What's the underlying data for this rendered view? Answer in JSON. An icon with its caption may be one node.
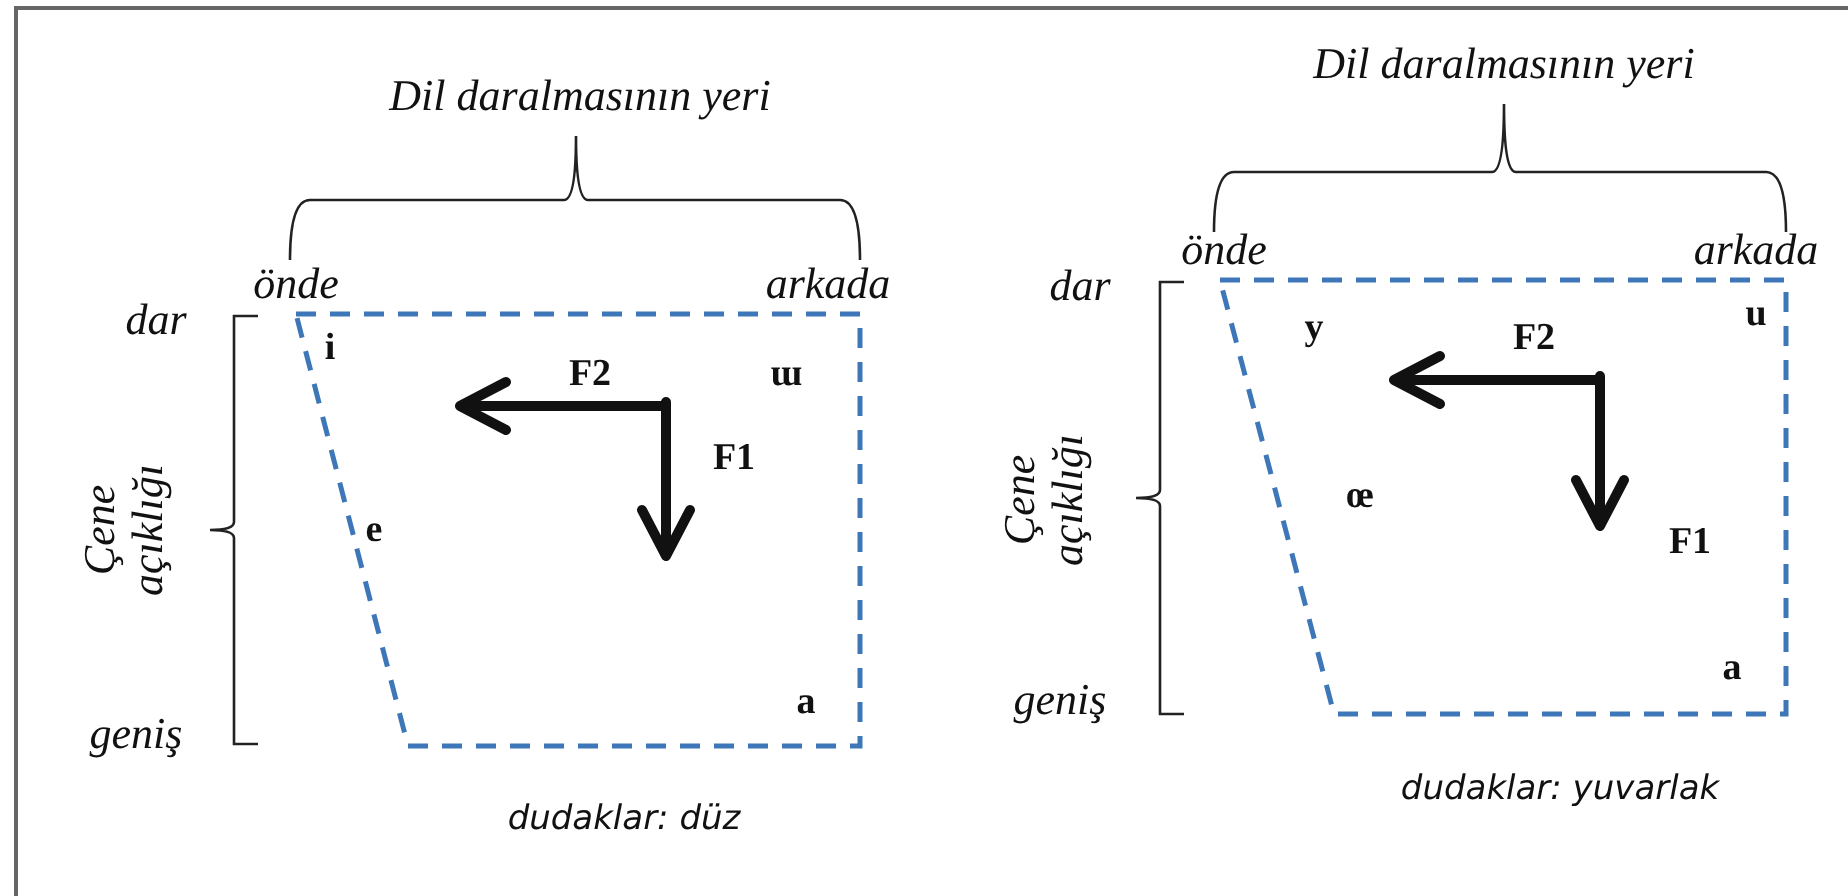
{
  "diagram": {
    "labels": [
      "Dil daralmasının yeri",
      "önde",
      "arkada",
      "dar",
      "Çene açıklığı",
      "geniş",
      "i",
      "ɯ",
      "e",
      "a",
      "F2",
      "F1",
      "dudaklar: düz",
      "Dil daralmasının yeri",
      "önde",
      "arkada",
      "dar",
      "Çene açıklığı",
      "geniş",
      "y",
      "u",
      "œ",
      "a",
      "F2",
      "F1",
      "dudaklar: yuvarlak"
    ]
  }
}
